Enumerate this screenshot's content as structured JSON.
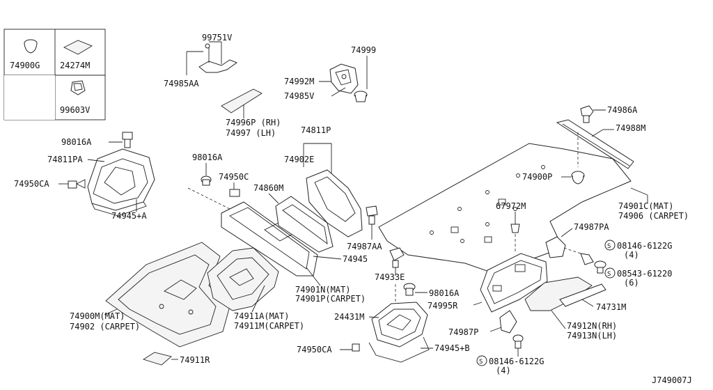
{
  "drawing_code": "J749007J",
  "legend": [
    {
      "id": "74900G"
    },
    {
      "id": "24274M"
    },
    {
      "id": "99603V"
    }
  ],
  "callouts": {
    "c99751V": "99751V",
    "c74985AA": "74985AA",
    "c74999": "74999",
    "c74992M": "74992M",
    "c74985V": "74985V",
    "c74996P": "74996P (RH)",
    "c74997": "74997 (LH)",
    "c74986A": "74986A",
    "c74988M": "74988M",
    "c98016A_1": "98016A",
    "c74811PA": "74811PA",
    "c74950CA_1": "74950CA",
    "c74945A": "74945+A",
    "c98016A_2": "98016A",
    "c74950C": "74950C",
    "c74811P": "74811P",
    "c74902E": "74902E",
    "c74860M": "74860M",
    "c74900P": "74900P",
    "c74901C": "74901C(MAT)",
    "c74906": "74906 (CARPET)",
    "c67972M": "67972M",
    "c74987PA": "74987PA",
    "c08146_1": "08146-6122G",
    "c08146_1q": "(4)",
    "c08543": "08543-61220",
    "c08543q": "(6)",
    "c74987AA": "74987AA",
    "c74945": "74945",
    "c74933E": "74933E",
    "c74901N": "74901N(MAT)",
    "c74901P": "74901P(CARPET)",
    "c98016A_3": "98016A",
    "c74995R": "74995R",
    "c74731M": "74731M",
    "c24431M": "24431M",
    "c74911A": "74911A(MAT)",
    "c74911M": "74911M(CARPET)",
    "c74900M": "74900M(MAT)",
    "c74902": "74902 (CARPET)",
    "c74912N": "74912N(RH)",
    "c74913N": "74913N(LH)",
    "c74987P": "74987P",
    "c74950CA_2": "74950CA",
    "c74945B": "74945+B",
    "c08146_2": "08146-6122G",
    "c08146_2q": "(4)",
    "c74911R": "74911R"
  },
  "icons": {
    "screw_marker": "S"
  }
}
